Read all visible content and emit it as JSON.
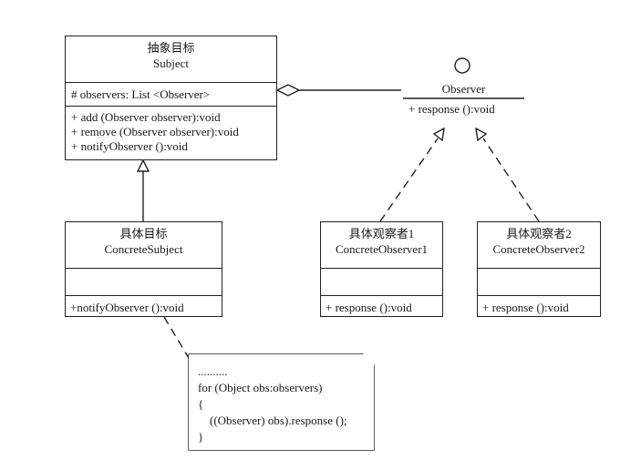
{
  "subject": {
    "title_cn": "抽象目标",
    "title_en": "Subject",
    "attribute": "# observers: List <Observer>",
    "methods": [
      "+ add (Observer observer):void",
      "+ remove (Observer observer):void",
      "+ notifyObserver ():void"
    ]
  },
  "observer_interface": {
    "name": "Observer",
    "method": "+ response ():void"
  },
  "concrete_subject": {
    "title_cn": "具体目标",
    "title_en": "ConcreteSubject",
    "method": "+notifyObserver ():void"
  },
  "concrete_observer_1": {
    "title_cn": "具体观察者1",
    "title_en": "ConcreteObserver1",
    "method": "+ response ():void"
  },
  "concrete_observer_2": {
    "title_cn": "具体观察者2",
    "title_en": "ConcreteObserver2",
    "method": "+ response ():void"
  },
  "note": {
    "lines": [
      "..........",
      "for (Object obs:observers)",
      "{",
      "    ((Observer) obs).response ();",
      "}"
    ]
  }
}
